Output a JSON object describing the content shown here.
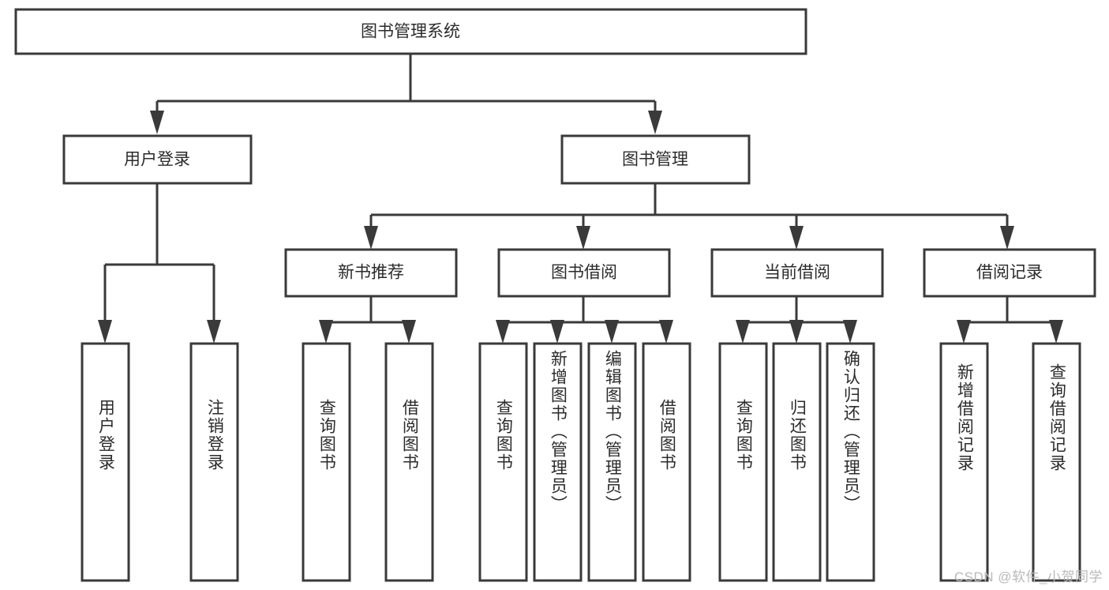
{
  "diagram": {
    "type": "hierarchy-tree",
    "title_node": {
      "label": "图书管理系统"
    },
    "level1": [
      {
        "id": "user-login",
        "label": "用户登录"
      },
      {
        "id": "book-management",
        "label": "图书管理"
      }
    ],
    "level2": [
      {
        "id": "new-book-recommend",
        "label": "新书推荐",
        "parent": "book-management"
      },
      {
        "id": "book-borrow",
        "label": "图书借阅",
        "parent": "book-management"
      },
      {
        "id": "current-borrow",
        "label": "当前借阅",
        "parent": "book-management"
      },
      {
        "id": "borrow-record",
        "label": "借阅记录",
        "parent": "book-management"
      }
    ],
    "leaves": [
      {
        "id": "leaf-user-login",
        "label": "用户登录",
        "parent": "user-login"
      },
      {
        "id": "leaf-logout-login",
        "label": "注销登录",
        "parent": "user-login"
      },
      {
        "id": "leaf-query-book-1",
        "label": "查询图书",
        "parent": "new-book-recommend"
      },
      {
        "id": "leaf-borrow-book-1",
        "label": "借阅图书",
        "parent": "new-book-recommend"
      },
      {
        "id": "leaf-query-book-2",
        "label": "查询图书",
        "parent": "book-borrow"
      },
      {
        "id": "leaf-add-book-admin",
        "label": "新增图书（管理员）",
        "parent": "book-borrow"
      },
      {
        "id": "leaf-edit-book-admin",
        "label": "编辑图书（管理员）",
        "parent": "book-borrow"
      },
      {
        "id": "leaf-borrow-book-2",
        "label": "借阅图书",
        "parent": "book-borrow"
      },
      {
        "id": "leaf-query-book-3",
        "label": "查询图书",
        "parent": "current-borrow"
      },
      {
        "id": "leaf-return-book",
        "label": "归还图书",
        "parent": "current-borrow"
      },
      {
        "id": "leaf-confirm-return-admin",
        "label": "确认归还（管理员）",
        "parent": "current-borrow"
      },
      {
        "id": "leaf-add-borrow-record",
        "label": "新增借阅记录",
        "parent": "borrow-record"
      },
      {
        "id": "leaf-query-borrow-record",
        "label": "查询借阅记录",
        "parent": "borrow-record"
      }
    ],
    "colors": {
      "stroke": "#3a3a3a",
      "fill": "#ffffff",
      "text": "#2b2b2b",
      "watermark": "#b9b9b9"
    }
  },
  "watermark": {
    "text": "CSDN @软件_小贺同学"
  }
}
